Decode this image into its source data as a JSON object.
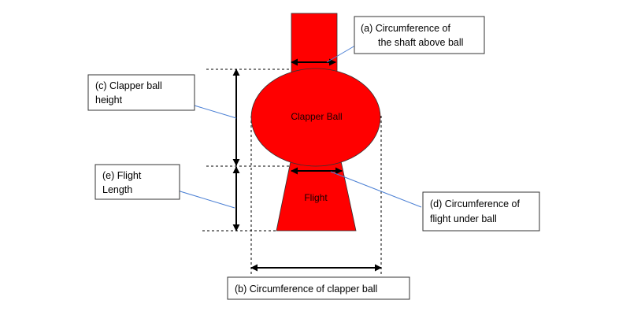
{
  "colors": {
    "part_fill": "#ff0000",
    "leader_line": "#4a7fd4",
    "outline": "#000000"
  },
  "parts": {
    "ball_label": "Clapper Ball",
    "flight_label": "Flight"
  },
  "callouts": {
    "a": {
      "line1": "(a)  Circumference of",
      "line2": "the shaft  above ball"
    },
    "b": {
      "line1": "(b) Circumference of clapper ball"
    },
    "c": {
      "line1": "(c) Clapper ball",
      "line2": "height"
    },
    "d": {
      "line1": "(d) Circumference of",
      "line2": "flight under  ball"
    },
    "e": {
      "line1": "(e) Flight",
      "line2": "Length"
    }
  }
}
